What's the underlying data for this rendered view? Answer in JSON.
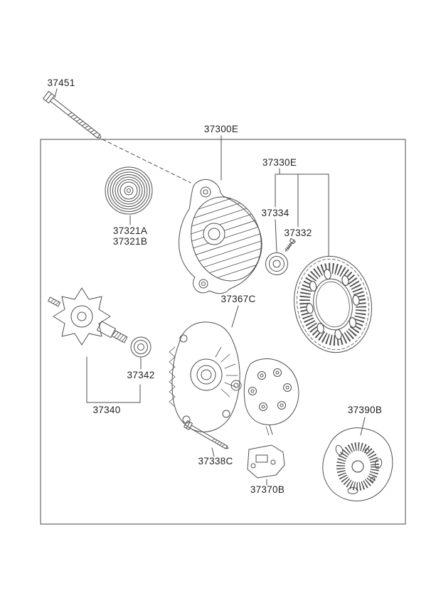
{
  "figure": {
    "colors": {
      "bg": "#ffffff",
      "line": "#4f4f4f",
      "text": "#222222",
      "border": "#6a6a6a"
    },
    "labels": {
      "n37451": "37451",
      "n37300e": "37300E",
      "n37330e": "37330E",
      "n37334": "37334",
      "n37332": "37332",
      "n37321a": "37321A",
      "n37321b": "37321B",
      "n37367c": "37367C",
      "n37342": "37342",
      "n37340": "37340",
      "n37338c": "37338C",
      "n37370b": "37370B",
      "n37390b": "37390B"
    }
  }
}
